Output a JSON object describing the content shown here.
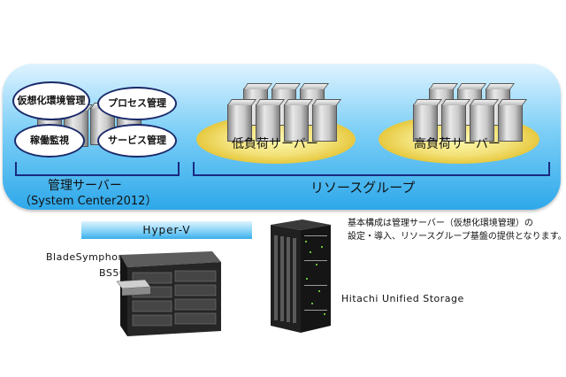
{
  "management": {
    "functions": [
      "仮想化環境管理",
      "プロセス管理",
      "稼働監視",
      "サービス管理"
    ],
    "caption_line1": "管理サーバー",
    "caption_line2": "（System Center2012）"
  },
  "resource_group": {
    "low_load_label": "低負荷サーバー",
    "high_load_label": "高負荷サーバー",
    "caption": "リソースグループ"
  },
  "hyperv_label": "Hyper-V",
  "note": {
    "line1": "基本構成は管理サーバー（仮想化環境管理）の",
    "line2": "設定・導入、リソースグループ基盤の提供となります。"
  },
  "hardware": {
    "blade_name": "BladeSymphony",
    "blade_model": "BS500",
    "storage_name": "Hitachi Unified Storage"
  },
  "colors": {
    "panel_blue": "#2ea8ea",
    "glow_yellow": "#f3e27a",
    "bracket_navy": "#1a2a80"
  }
}
